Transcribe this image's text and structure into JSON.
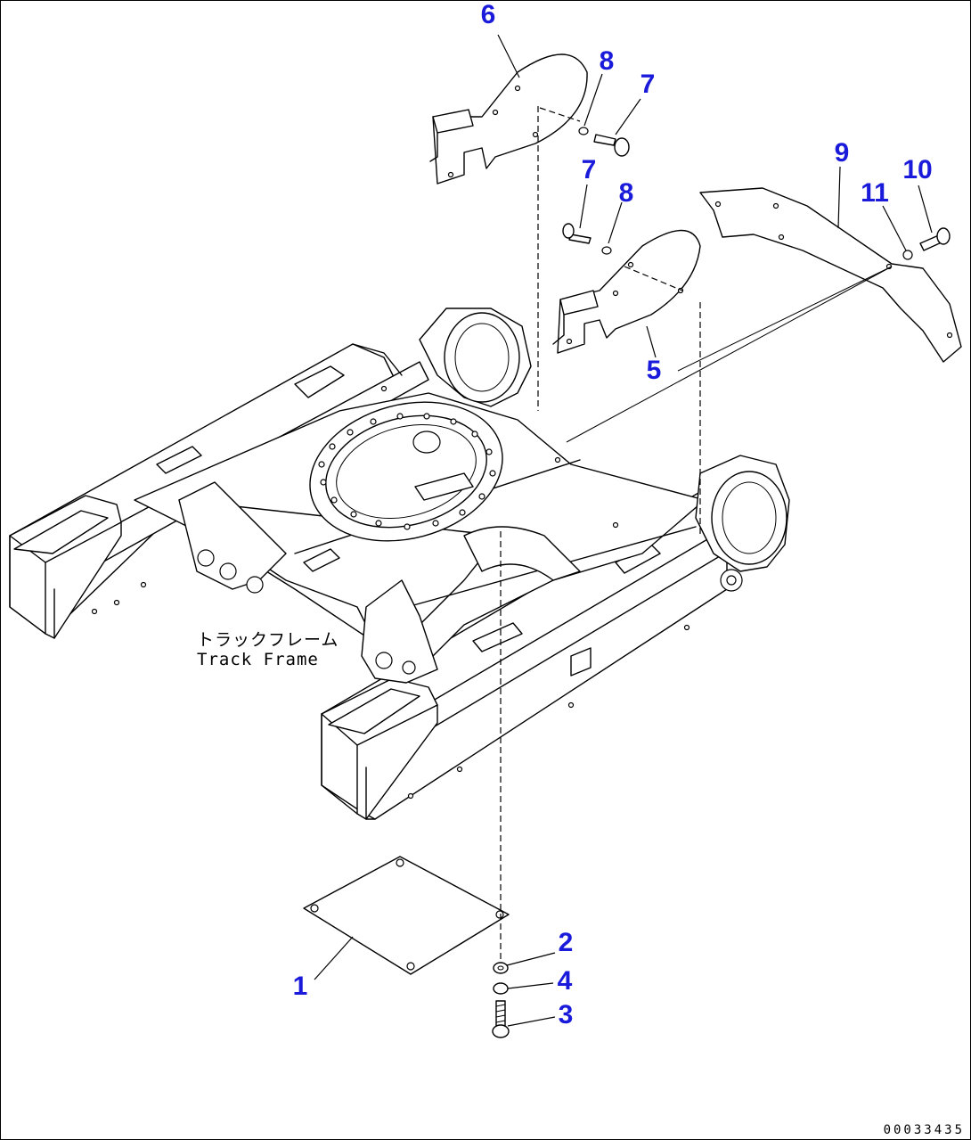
{
  "callouts": [
    {
      "id": "c6",
      "text": "6"
    },
    {
      "id": "c8a",
      "text": "8"
    },
    {
      "id": "c7a",
      "text": "7"
    },
    {
      "id": "c9",
      "text": "9"
    },
    {
      "id": "c7b",
      "text": "7"
    },
    {
      "id": "c8b",
      "text": "8"
    },
    {
      "id": "c11",
      "text": "11"
    },
    {
      "id": "c10",
      "text": "10"
    },
    {
      "id": "c5",
      "text": "5"
    },
    {
      "id": "c1",
      "text": "1"
    },
    {
      "id": "c2",
      "text": "2"
    },
    {
      "id": "c4",
      "text": "4"
    },
    {
      "id": "c3",
      "text": "3"
    }
  ],
  "frame_label": {
    "jp": "トラックフレーム",
    "en": "Track Frame"
  },
  "drawing_number": "00033435",
  "colors": {
    "callout": "#1a1adb",
    "line": "#000000"
  }
}
